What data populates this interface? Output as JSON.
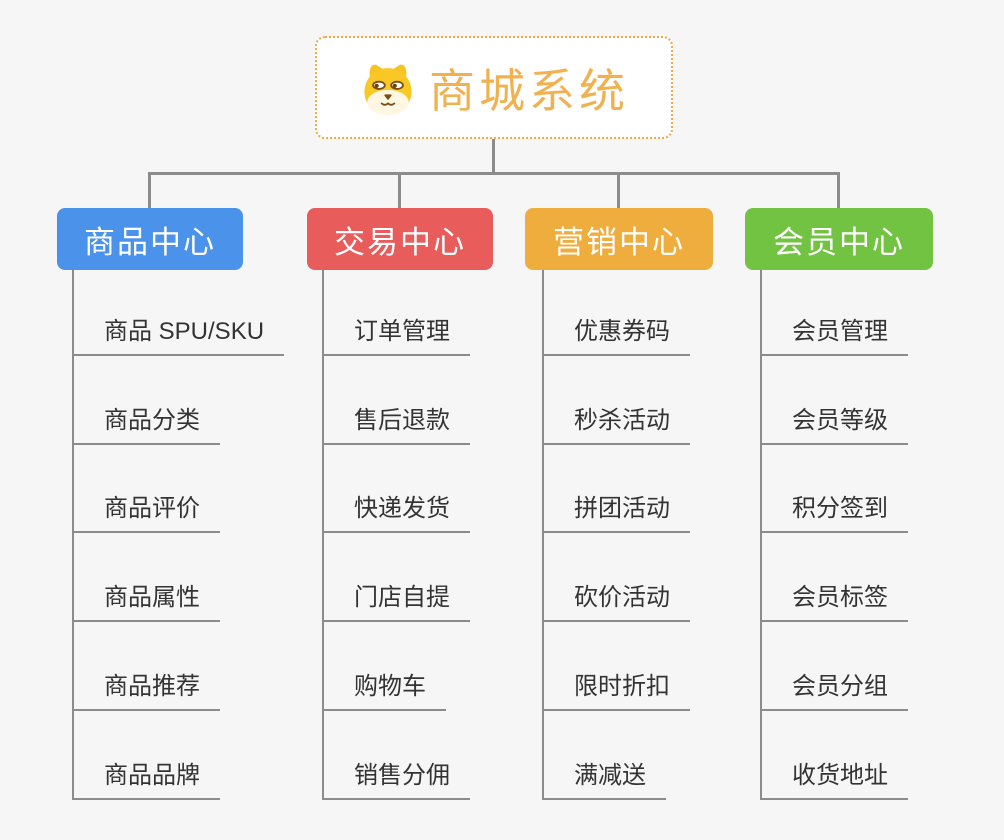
{
  "root": {
    "title": "商城系统",
    "accent_color": "#F0B14E",
    "border_color": "#F2A93F",
    "icon": "doge-icon"
  },
  "connector_color": "#8C8C8C",
  "branches": [
    {
      "label": "商品中心",
      "color": "#4B93EA",
      "items": [
        "商品 SPU/SKU",
        "商品分类",
        "商品评价",
        "商品属性",
        "商品推荐",
        "商品品牌"
      ]
    },
    {
      "label": "交易中心",
      "color": "#E85D5B",
      "items": [
        "订单管理",
        "售后退款",
        "快递发货",
        "门店自提",
        "购物车",
        "销售分佣"
      ]
    },
    {
      "label": "营销中心",
      "color": "#EFAD3E",
      "items": [
        "优惠券码",
        "秒杀活动",
        "拼团活动",
        "砍价活动",
        "限时折扣",
        "满减送"
      ]
    },
    {
      "label": "会员中心",
      "color": "#72C342",
      "items": [
        "会员管理",
        "会员等级",
        "积分签到",
        "会员标签",
        "会员分组",
        "收货地址"
      ]
    }
  ]
}
